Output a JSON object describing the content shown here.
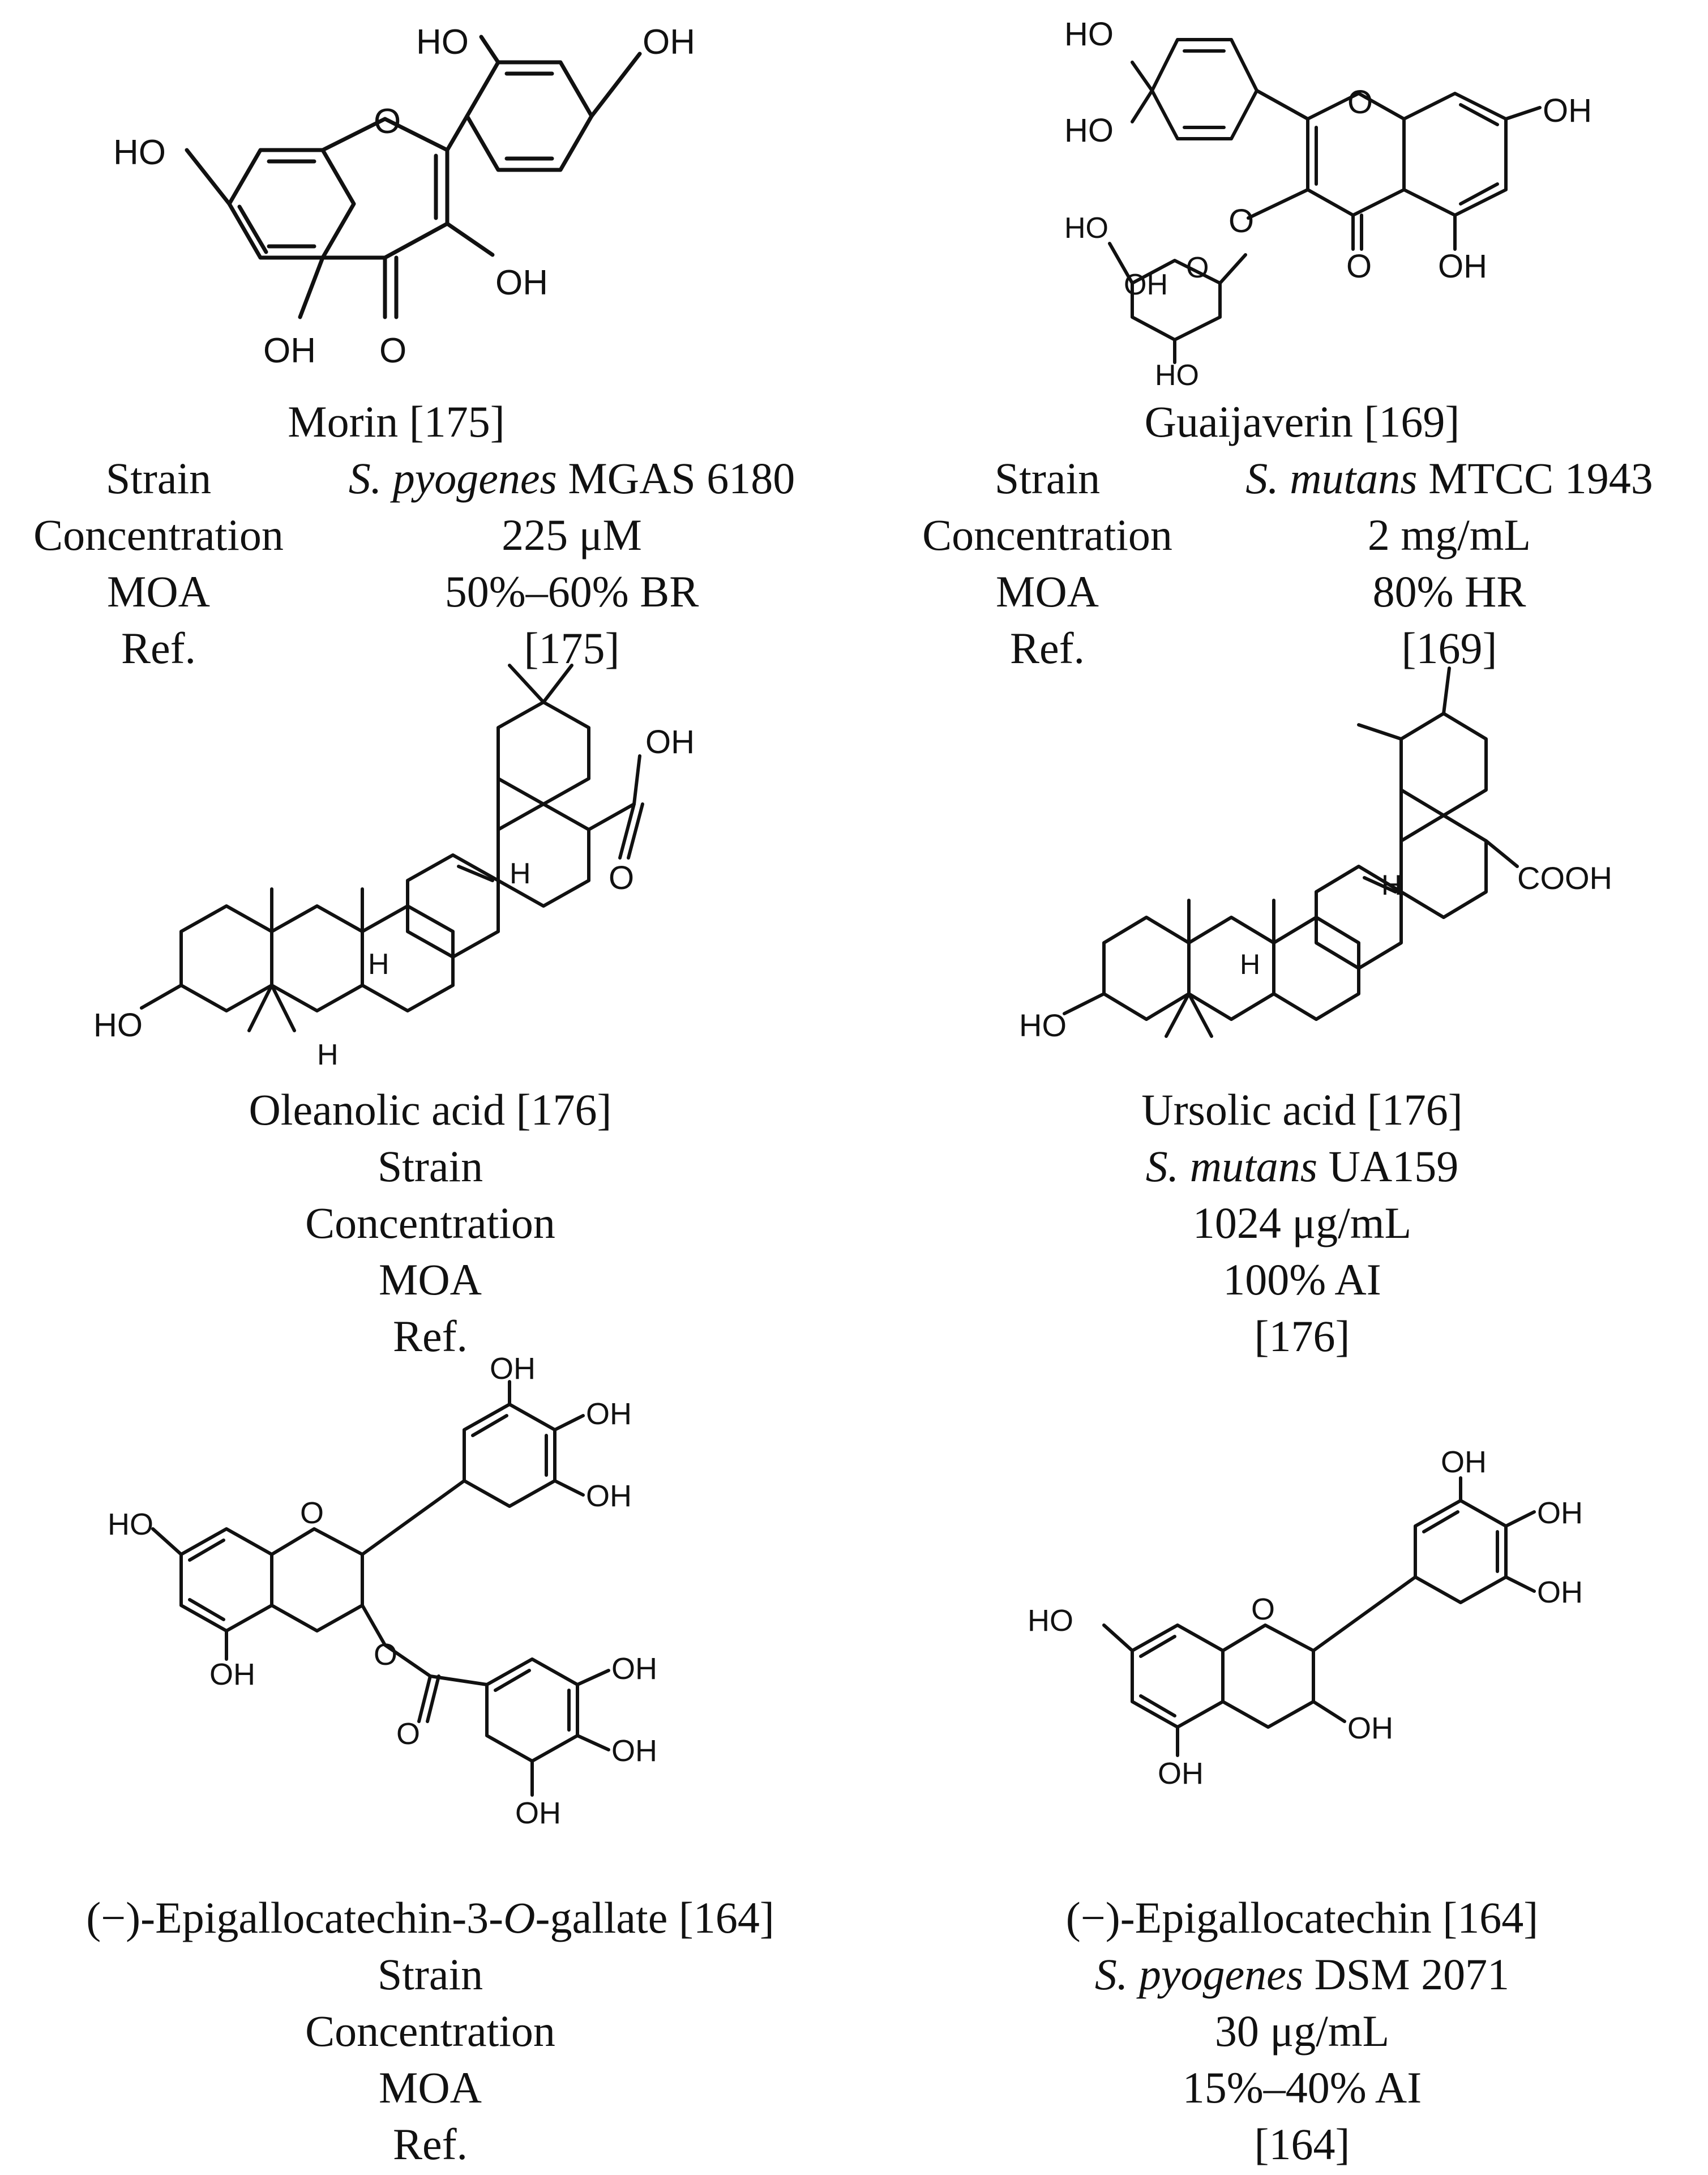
{
  "panels": {
    "morin": {
      "name": "Morin [175]",
      "rows": [
        {
          "label": "Strain",
          "value_it": "S. pyogenes",
          "value": " MGAS 6180"
        },
        {
          "label": "Concentration",
          "value_it": "",
          "value": "225 μM"
        },
        {
          "label": "MOA",
          "value_it": "",
          "value": "50%–60% BR"
        },
        {
          "label": "Ref.",
          "value_it": "",
          "value": "[175]"
        }
      ],
      "atoms": {
        "oh_top_left": "HO",
        "oh_top_right": "OH",
        "oh_left": "HO",
        "o_ring": "O",
        "oh_3": "OH",
        "oh_5": "OH",
        "o_carbonyl": "O"
      }
    },
    "guaijaverin": {
      "name": "Guaijaverin [169]",
      "rows": [
        {
          "label": "Strain",
          "value_it": "S. mutans",
          "value": " MTCC 1943"
        },
        {
          "label": "Concentration",
          "value_it": "",
          "value": "2 mg/mL"
        },
        {
          "label": "MOA",
          "value_it": "",
          "value": "80% HR"
        },
        {
          "label": "Ref.",
          "value_it": "",
          "value": "[169]"
        }
      ],
      "atoms": {
        "oh_a": "HO",
        "oh_b": "HO",
        "o_ring": "O",
        "oh_7": "OH",
        "o_link": "O",
        "o_carbonyl": "O",
        "oh_5": "OH",
        "sugar_o": "O",
        "sugar_ho": "HO",
        "sugar_oh": "OH",
        "sugar_ho2": "HO"
      }
    },
    "oleanolic": {
      "name": "Oleanolic acid [176]",
      "labels": [
        "Strain",
        "Concentration",
        "MOA",
        "Ref."
      ],
      "atoms": {
        "ho": "HO",
        "oh": "OH",
        "o": "O",
        "h1": "H",
        "h2": "H",
        "h3": "H"
      }
    },
    "ursolic": {
      "name": "Ursolic acid [176]",
      "values_it": "S. mutans",
      "values": [
        " UA159",
        "1024 μg/mL",
        "100% AI",
        "[176]"
      ],
      "atoms": {
        "ho": "HO",
        "cooh": "COOH",
        "h1": "H",
        "h2": "H"
      }
    },
    "egcg": {
      "name_pre": "(−)-Epigallocatechin-3-",
      "name_it": "O",
      "name_post": "-gallate [164]",
      "labels": [
        "Strain",
        "Concentration",
        "MOA",
        "Ref."
      ],
      "atoms": {
        "oh_top": "OH",
        "oh_r1": "OH",
        "oh_r2": "OH",
        "ho": "HO",
        "o_ring": "O",
        "o_ester": "O",
        "o_carbonyl": "O",
        "oh_5": "OH",
        "oh_g1": "OH",
        "oh_g2": "OH",
        "oh_g3": "OH"
      }
    },
    "egc": {
      "name": "(−)-Epigallocatechin [164]",
      "values_it": "S. pyogenes",
      "values": [
        " DSM 2071",
        "30 μg/mL",
        "15%–40% AI",
        "[164]"
      ],
      "atoms": {
        "oh_top": "OH",
        "oh_r1": "OH",
        "oh_r2": "OH",
        "ho": "HO",
        "o_ring": "O",
        "oh_3": "OH",
        "oh_5": "OH"
      }
    }
  }
}
